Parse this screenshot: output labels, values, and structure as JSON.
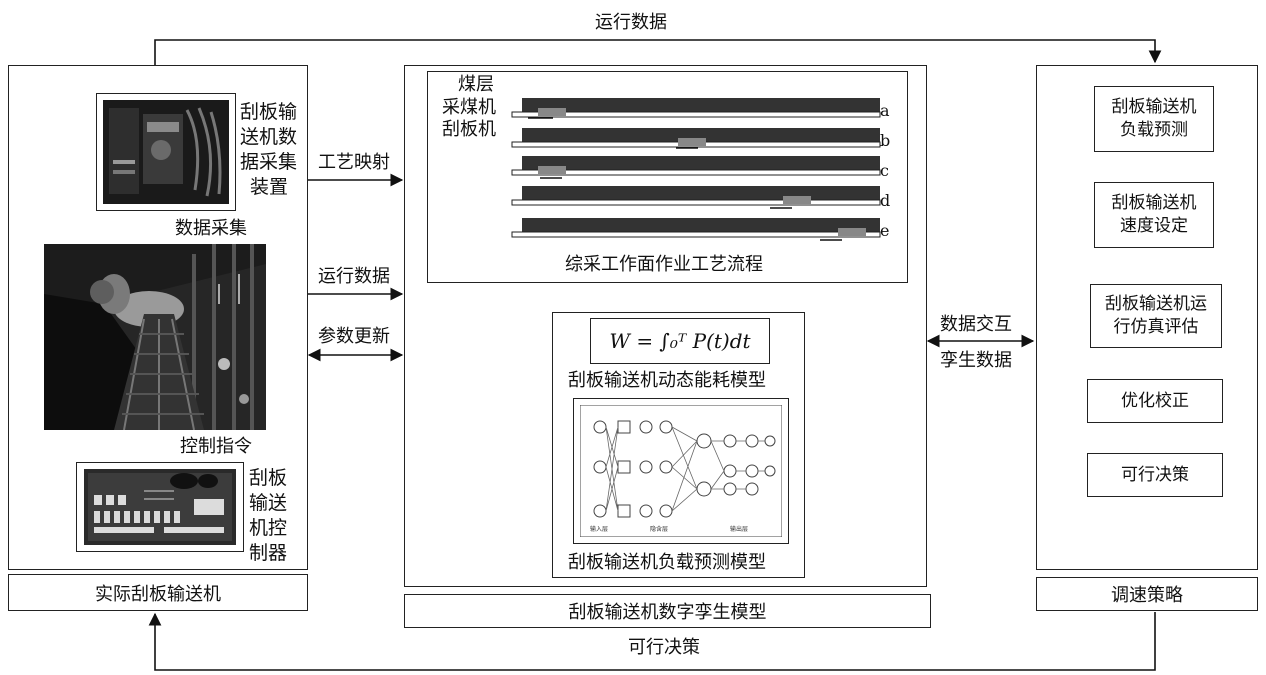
{
  "labels": {
    "top_flow": "运行数据",
    "bottom_flow": "可行决策",
    "process_mapping": "工艺映射",
    "run_data": "运行数据",
    "param_update": "参数更新",
    "data_interaction": "数据交互",
    "twin_data": "孪生数据",
    "data_collect": "数据采集",
    "control_cmd": "控制指令"
  },
  "left_panel": {
    "title": "实际刮板输送机",
    "collector_label": [
      "刮板输",
      "送机数",
      "据采集",
      "装置"
    ],
    "controller_label": [
      "刮板",
      "输送",
      "机控",
      "制器"
    ]
  },
  "center_panel": {
    "title": "刮板输送机数字孪生模型",
    "process_caption": "综采工作面作业工艺流程",
    "legend": [
      "煤层",
      "采煤机",
      "刮板机"
    ],
    "row_letters": [
      "a",
      "b",
      "c",
      "d",
      "e"
    ],
    "formula": "W = ∫₀ᵀ P(t)dt",
    "energy_caption": "刮板输送机动态能耗模型",
    "network_caption": "刮板输送机负载预测模型",
    "network_layers": [
      "输入层",
      "隐含层",
      "输出层"
    ]
  },
  "right_panel": {
    "title": "调速策略",
    "steps": [
      [
        "刮板输送机",
        "负载预测"
      ],
      [
        "刮板输送机",
        "速度设定"
      ],
      [
        "刮板输送机运",
        "行仿真评估"
      ],
      [
        "优化校正"
      ],
      [
        "可行决策"
      ]
    ]
  }
}
